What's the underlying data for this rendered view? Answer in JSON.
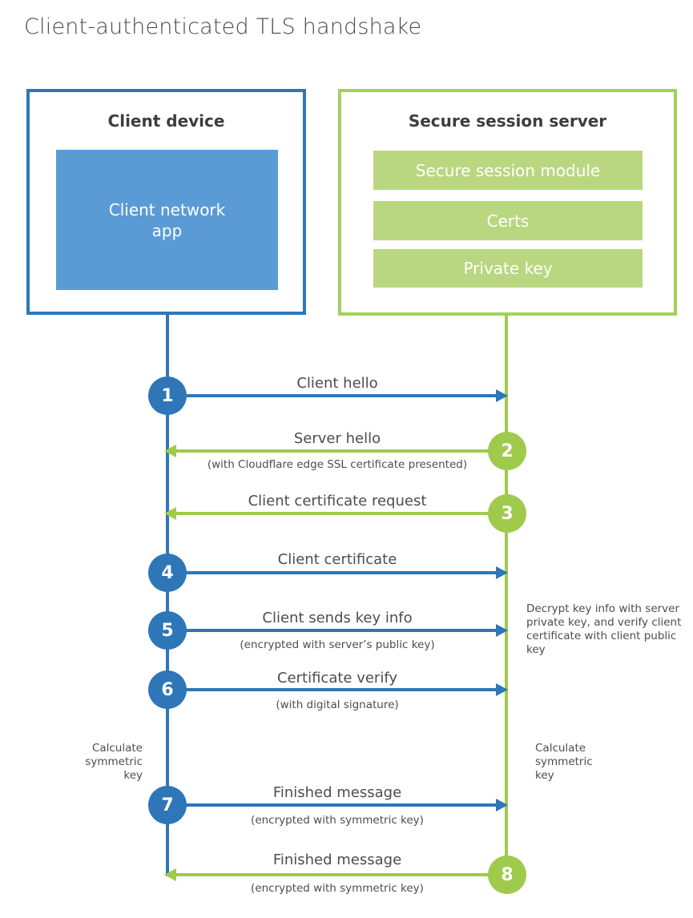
{
  "title": "Client-authenticated TLS handshake",
  "colors": {
    "blue": "#2e76b8",
    "blue_fill": "#5b9bd5",
    "green": "#9fca4c",
    "green_border": "#a4d05a",
    "green_fill": "#b9d780",
    "text": "#4d4d4d"
  },
  "client_box": {
    "title": "Client device",
    "app_label": "Client network app"
  },
  "server_box": {
    "title": "Secure session server",
    "modules": [
      {
        "label": "Secure session module"
      },
      {
        "label": "Certs"
      },
      {
        "label": "Private key"
      }
    ]
  },
  "steps": [
    {
      "num": "1",
      "label": "Client hello",
      "sub": "",
      "from": "client",
      "to": "server"
    },
    {
      "num": "2",
      "label": "Server hello",
      "sub": "(with Cloudflare edge SSL certificate presented)",
      "from": "server",
      "to": "client"
    },
    {
      "num": "3",
      "label": "Client certificate request",
      "sub": "",
      "from": "server",
      "to": "client"
    },
    {
      "num": "4",
      "label": "Client certificate",
      "sub": "",
      "from": "client",
      "to": "server"
    },
    {
      "num": "5",
      "label": "Client sends key info",
      "sub": "(encrypted with server’s public key)",
      "from": "client",
      "to": "server"
    },
    {
      "num": "6",
      "label": "Certificate verify",
      "sub": "(with digital signature)",
      "from": "client",
      "to": "server"
    },
    {
      "num": "7",
      "label": "Finished message",
      "sub": "(encrypted with symmetric key)",
      "from": "client",
      "to": "server"
    },
    {
      "num": "8",
      "label": "Finished message",
      "sub": "(encrypted with symmetric key)",
      "from": "server",
      "to": "client"
    }
  ],
  "annotations": {
    "server_note": "Decrypt key info with server private key, and verify client certificate with client public key",
    "client_calc": "Calculate symmetric key",
    "server_calc": "Calculate symmetric key"
  }
}
